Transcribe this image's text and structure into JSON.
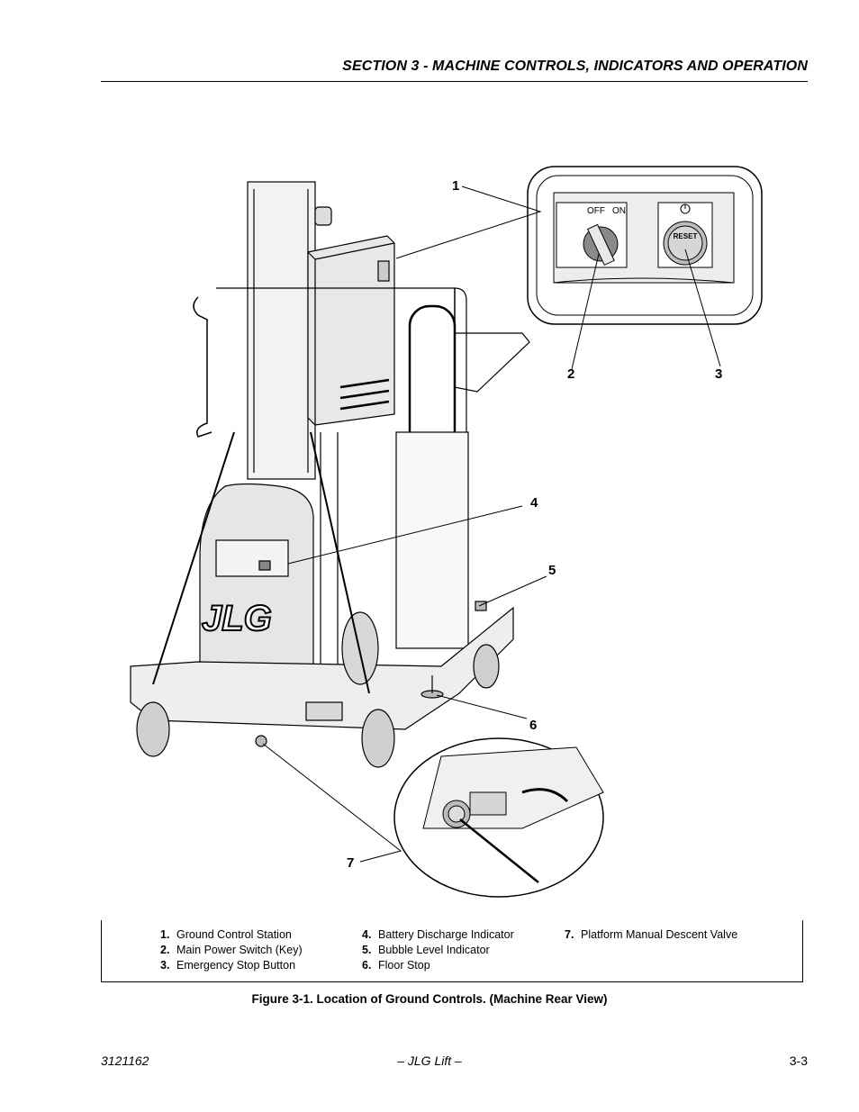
{
  "header": {
    "section_title": "SECTION 3 - MACHINE CONTROLS, INDICATORS AND OPERATION"
  },
  "figure": {
    "callouts": [
      "1",
      "2",
      "3",
      "4",
      "5",
      "6",
      "7"
    ],
    "switch_labels": {
      "off": "OFF",
      "on": "ON",
      "reset": "RESET"
    },
    "brand_logo": "JLG"
  },
  "legend": {
    "col1": [
      {
        "num": "1.",
        "label": "Ground Control Station"
      },
      {
        "num": "2.",
        "label": "Main Power Switch (Key)"
      },
      {
        "num": "3.",
        "label": "Emergency Stop Button"
      }
    ],
    "col2": [
      {
        "num": "4.",
        "label": "Battery Discharge Indicator"
      },
      {
        "num": "5.",
        "label": "Bubble Level Indicator"
      },
      {
        "num": "6.",
        "label": "Floor Stop"
      }
    ],
    "col3": [
      {
        "num": "7.",
        "label": "Platform Manual Descent Valve"
      }
    ]
  },
  "caption": "Figure 3-1.  Location of Ground Controls. (Machine Rear View)",
  "footer": {
    "doc_number": "3121162",
    "publisher": "– JLG Lift –",
    "page": "3-3"
  }
}
